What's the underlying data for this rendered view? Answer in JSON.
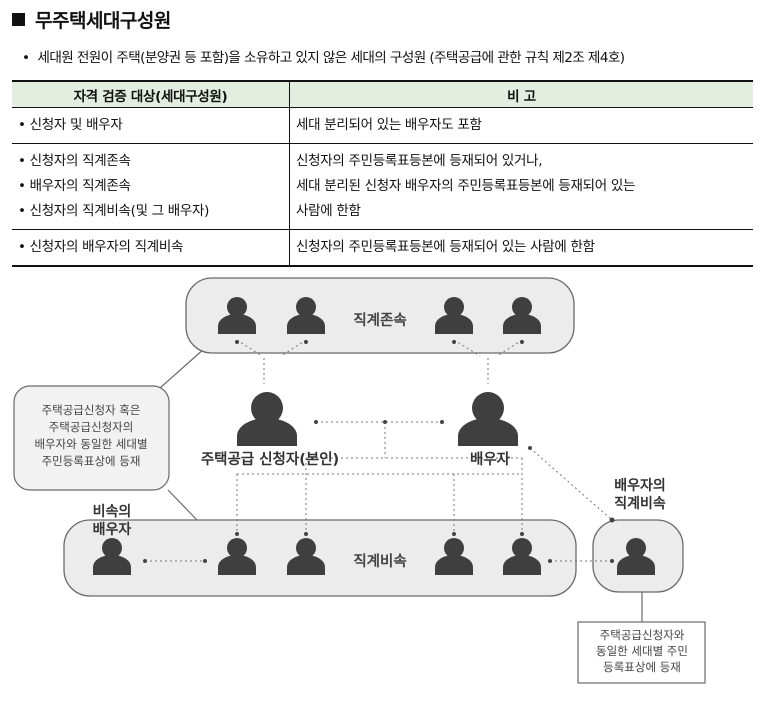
{
  "title": "무주택세대구성원",
  "definition": {
    "bullet": "•",
    "text": "세대원 전원이 주택(분양권 등 포함)을 소유하고 있지 않은 세대의 구성원 (주택공급에 관한 규칙 제2조 제4호)"
  },
  "table": {
    "headers": [
      "자격 검증 대상(세대구성원)",
      "비  고"
    ],
    "rows": [
      {
        "targets": [
          "• 신청자 및 배우자"
        ],
        "notes": [
          "세대 분리되어 있는 배우자도 포함"
        ]
      },
      {
        "targets": [
          "• 신청자의 직계존속",
          "• 배우자의 직계존속",
          "• 신청자의 직계비속(및 그 배우자)"
        ],
        "notes": [
          "신청자의 주민등록표등본에 등재되어 있거나,",
          "세대 분리된 신청자 배우자의 주민등록표등본에 등재되어 있는",
          "사람에 한함"
        ]
      },
      {
        "targets": [
          "• 신청자의 배우자의 직계비속"
        ],
        "notes": [
          "신청자의 주민등록표등본에 등재되어 있는 사람에 한함"
        ]
      }
    ]
  },
  "diagram": {
    "ascendants_label": "직계존속",
    "descendants_label": "직계비속",
    "applicant_label": "주택공급 신청자(본인)",
    "spouse_label": "배우자",
    "desc_spouse_label": [
      "비속의",
      "배우자"
    ],
    "spouse_desc_label": [
      "배우자의",
      "직계비속"
    ],
    "callout_left": [
      "주택공급신청자 혹은",
      "주택공급신청자의",
      "배우자와 동일한 세대별",
      "주민등록표상에 등재"
    ],
    "callout_right": [
      "주택공급신청자와",
      "동일한 세대별 주민",
      "등록표상에 등재"
    ]
  },
  "colors": {
    "person": "#3f3f3f",
    "box_fill": "#ececec",
    "box_stroke": "#6a6a6a",
    "callout_fill": "#f2f2f2",
    "header_fill": "#e3eee1"
  }
}
